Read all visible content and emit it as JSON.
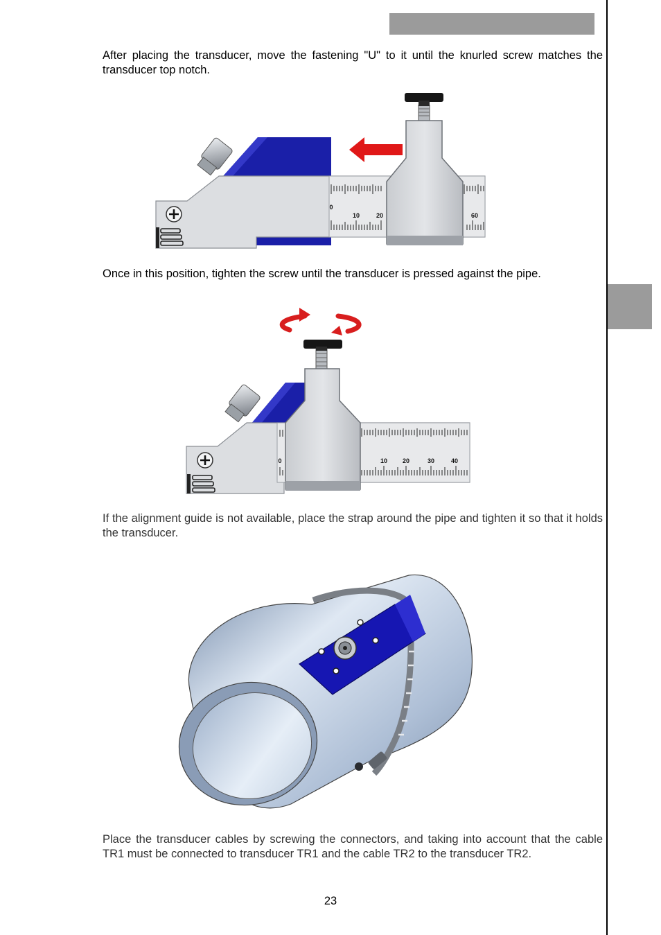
{
  "paragraphs": {
    "p1": "After placing the transducer, move the fastening \"U\" to it until the knurled screw matches the transducer top notch.",
    "p2": "Once in this position, tighten the screw until the transducer is pressed against the pipe.",
    "p3": "If the alignment guide is not available, place the strap around the pipe and tighten it so that it holds the transducer.",
    "p4": "Place the transducer cables by screwing the connectors, and taking into account that the cable TR1 must be connected to transducer TR1 and the cable TR2 to the transducer TR2."
  },
  "figure1": {
    "scale_labels": [
      "0",
      "10",
      "20",
      "60"
    ]
  },
  "figure2": {
    "scale_labels": [
      "0",
      "10",
      "20",
      "30",
      "40"
    ]
  },
  "footer": {
    "page_number": "23"
  }
}
